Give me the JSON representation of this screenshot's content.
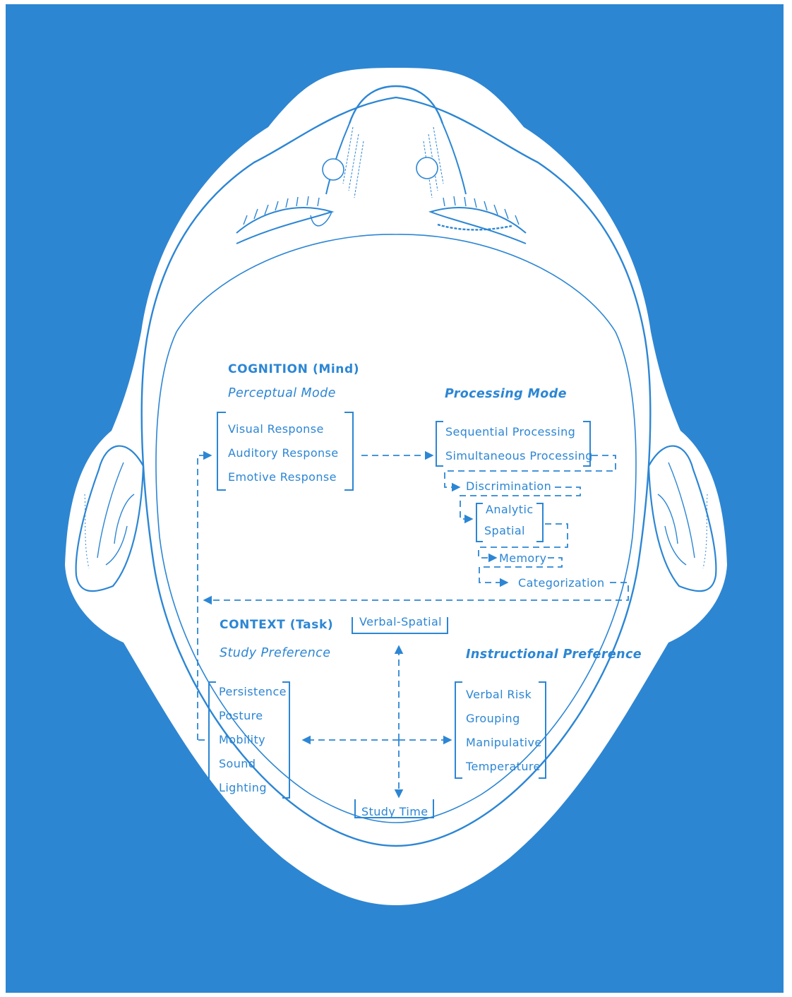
{
  "colors": {
    "background_blue": "#2d86d2",
    "ink_blue": "#2c86d4",
    "head_fill": "#ffffff"
  },
  "icons": {
    "head": "head-top-view-icon",
    "nose": "nose-icon",
    "eyes": "eye-icon",
    "ears": "ear-icon",
    "arrows": "dashed-arrow-icon"
  },
  "cognition": {
    "heading": "COGNITION (Mind)",
    "perceptual_mode": {
      "title": "Perceptual Mode",
      "items": [
        "Visual Response",
        "Auditory Response",
        "Emotive Response"
      ]
    },
    "processing_mode": {
      "title": "Processing Mode",
      "items": [
        "Sequential Processing",
        "Simultaneous Processing"
      ],
      "chain": [
        "Discrimination",
        "Analytic",
        "Spatial",
        "Memory",
        "Categorization"
      ]
    }
  },
  "context": {
    "heading": "CONTEXT (Task)",
    "verbal_spatial": "Verbal-Spatial",
    "study_time": "Study Time",
    "study_preference": {
      "title": "Study Preference",
      "items": [
        "Persistence",
        "Posture",
        "Mobility",
        "Sound",
        "Lighting"
      ]
    },
    "instructional_preference": {
      "title": "Instructional Preference",
      "items": [
        "Verbal Risk",
        "Grouping",
        "Manipulative",
        "Temperature"
      ]
    }
  }
}
